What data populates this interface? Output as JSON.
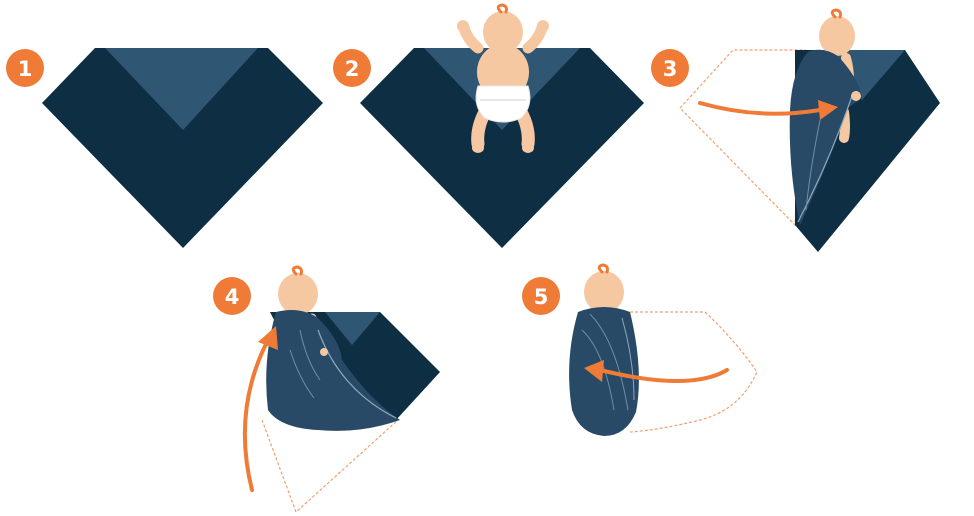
{
  "steps": [
    {
      "number": "1"
    },
    {
      "number": "2"
    },
    {
      "number": "3"
    },
    {
      "number": "4"
    },
    {
      "number": "5"
    }
  ],
  "colors": {
    "blanket": "#0e2e44",
    "blanket_fold": "#2f5673",
    "wrap": "#284a66",
    "badge": "#ef7b36",
    "arrow": "#ef7b36",
    "skin": "#f6c8a1",
    "hair": "#ef7b36",
    "diaper": "#ffffff",
    "ghost_outline": "#f0a070"
  },
  "icons": [
    "number-badge-icon",
    "blanket-icon",
    "baby-icon",
    "fold-arrow-icon"
  ]
}
